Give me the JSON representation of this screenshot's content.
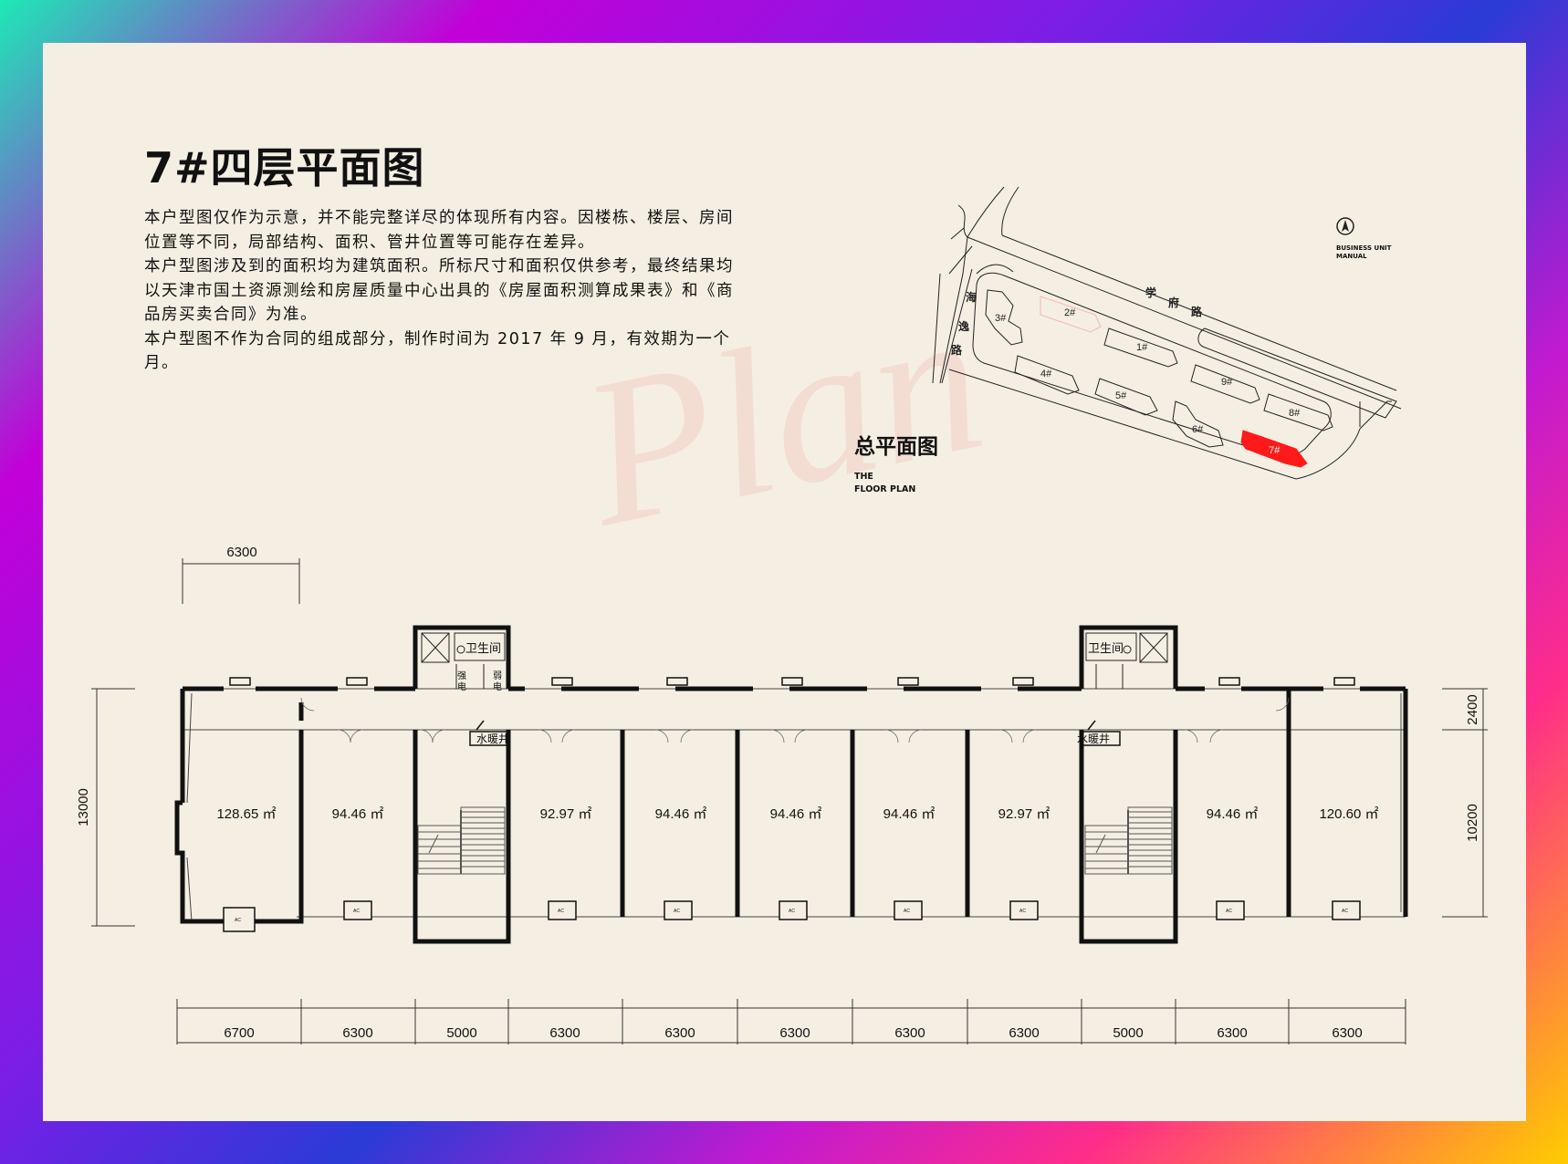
{
  "title": "7#四层平面图",
  "description": [
    "本户型图仅作为示意，并不能完整详尽的体现所有内容。因楼栋、楼层、房间位置等不同，局部结构、面积、管井位置等可能存在差异。",
    "本户型图涉及到的面积均为建筑面积。所标尺寸和面积仅供参考，最终结果均以天津市国土资源测绘和房屋质量中心出具的《房屋面积测算成果表》和《商品房买卖合同》为准。",
    "本户型图不作为合同的组成部分，制作时间为 2017 年 9 月，有效期为一个月。"
  ],
  "watermark": "Plan",
  "site_plan": {
    "title": "总平面图",
    "subtitle_line1": "THE",
    "subtitle_line2": "FLOOR PLAN",
    "compass_line1": "BUSINESS UNIT",
    "compass_line2": "MANUAL",
    "road_north": [
      "学",
      "府",
      "路"
    ],
    "road_west": [
      "海",
      "逸",
      "路"
    ],
    "buildings": [
      "1#",
      "2#",
      "3#",
      "4#",
      "5#",
      "6#",
      "7#",
      "8#",
      "9#"
    ],
    "highlight_color": "#ff1a1a"
  },
  "floor_plan": {
    "rooms": [
      {
        "area": "128.65 ㎡"
      },
      {
        "area": "94.46 ㎡"
      },
      {
        "area": "92.97 ㎡"
      },
      {
        "area": "94.46 ㎡"
      },
      {
        "area": "94.46 ㎡"
      },
      {
        "area": "94.46 ㎡"
      },
      {
        "area": "92.97 ㎡"
      },
      {
        "area": "94.46 ㎡"
      },
      {
        "area": "120.60 ㎡"
      }
    ],
    "bottom_dims": [
      "6700",
      "6300",
      "5000",
      "6300",
      "6300",
      "6300",
      "6300",
      "6300",
      "5000",
      "6300",
      "6300"
    ],
    "top_dim": "6300",
    "left_dim": "13000",
    "right_dims": [
      "2400",
      "10200"
    ],
    "labels": {
      "toilet": "卫生间",
      "water_shaft": "水暖井",
      "strong_char1": "强",
      "strong_char2": "电",
      "weak_char1": "弱",
      "weak_char2": "电",
      "ac": "AC"
    }
  }
}
